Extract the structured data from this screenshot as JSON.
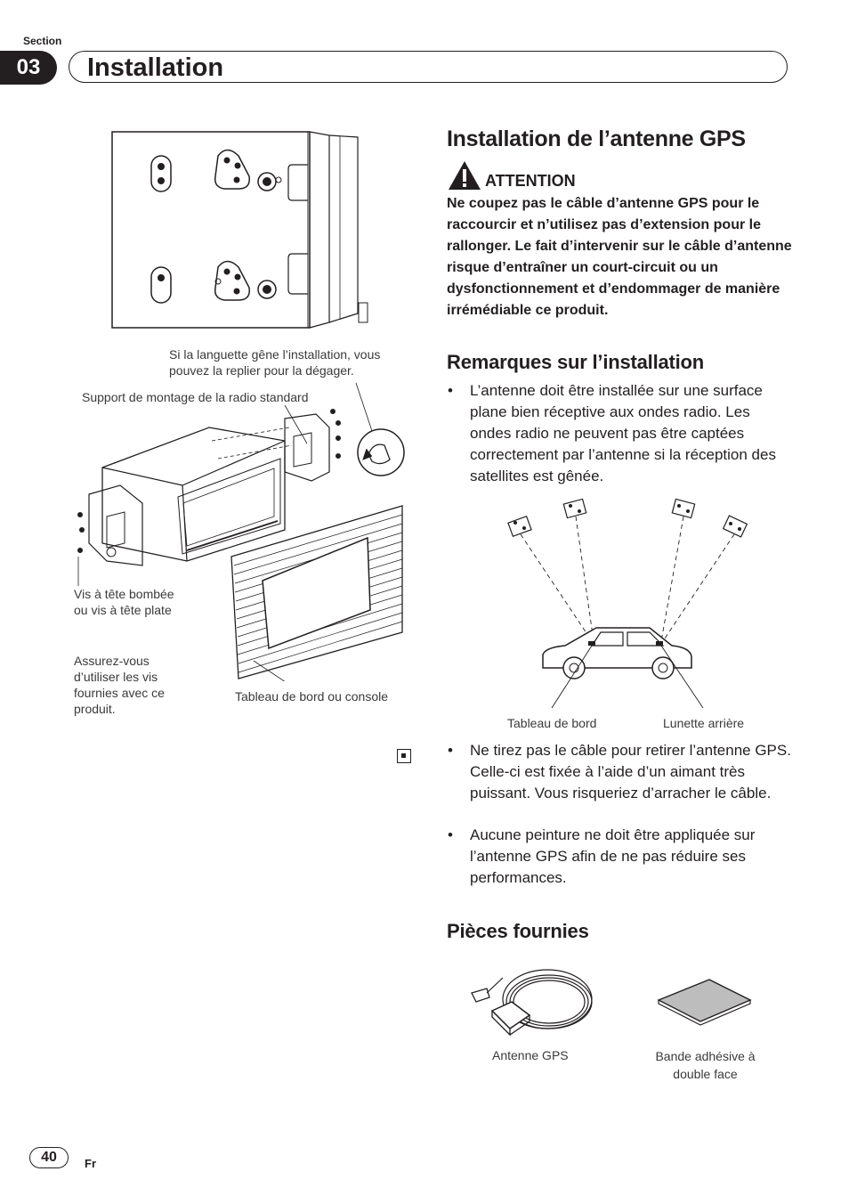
{
  "header": {
    "section_label": "Section",
    "section_number": "03",
    "section_title": "Installation"
  },
  "left_figure": {
    "caption_tab": "Si la languette gêne l’installation, vous pouvez la replier pour la dégager.",
    "caption_bracket": "Support de montage de la radio standard",
    "caption_screws": "Vis à tête bombée ou vis à tête plate",
    "caption_supplied": "Assurez-vous d’utiliser les vis fournies avec ce produit.",
    "caption_dashboard": "Tableau de bord ou console"
  },
  "main": {
    "title": "Installation de l’antenne GPS",
    "caution": {
      "heading": "ATTENTION",
      "text": "Ne coupez pas le câble d’antenne GPS pour le raccourcir et n’utilisez pas d’extension pour le rallonger. Le fait d’intervenir sur le câble d’antenne risque d’entraîner un court-circuit ou un dysfonctionnement et d’endommager de manière irrémédiable ce produit."
    },
    "remarks": {
      "heading": "Remarques sur l’installation",
      "bullet_symbol": "•",
      "bullet_1": "L’antenne doit être installée sur une surface plane bien réceptive aux ondes radio. Les ondes radio ne peuvent pas être captées correctement par l’antenne si la réception des satellites est gênée.",
      "caption_dashboard": "Tableau de bord",
      "caption_rear_window": "Lunette arrière",
      "bullet_2": "Ne tirez pas le câble pour retirer l’antenne GPS. Celle-ci est fixée à l’aide d’un aimant très puissant. Vous risqueriez d’arracher le câble.",
      "bullet_3": "Aucune peinture ne doit être appliquée sur l’antenne GPS afin de ne pas réduire ses performances."
    },
    "parts": {
      "heading": "Pièces fournies",
      "item_1": "Antenne GPS",
      "item_2": "Bande adhésive à double face"
    }
  },
  "footer": {
    "page_number": "40",
    "language": "Fr"
  }
}
